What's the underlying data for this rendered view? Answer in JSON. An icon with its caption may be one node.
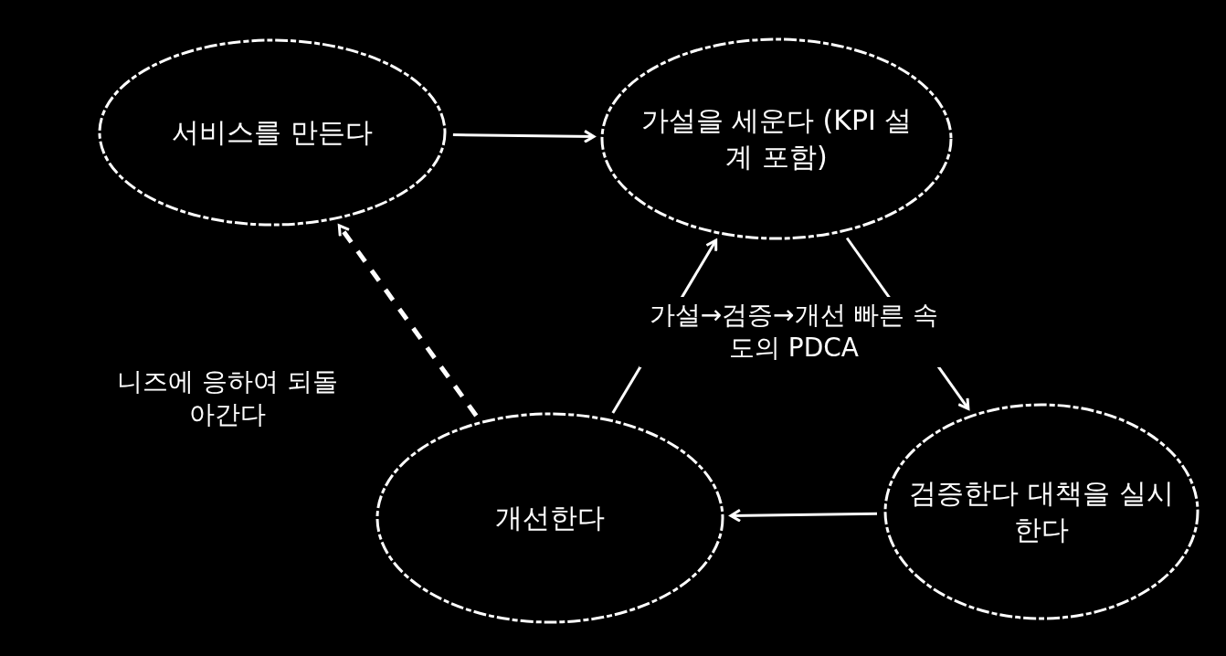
{
  "diagram": {
    "nodes": [
      {
        "text": [
          "서비스를 만든다"
        ]
      },
      {
        "text": [
          "가설을 세운다 (KPI 설계 포함)"
        ]
      },
      {
        "text": [
          "검증한다 대책을 실시한다"
        ]
      },
      {
        "text": [
          "개선한다"
        ]
      }
    ],
    "edges": [
      {
        "from": 0,
        "to": 1,
        "arrow": "to"
      },
      {
        "from": 1,
        "to": 2,
        "arrow": "to"
      },
      {
        "from": 2,
        "to": 3,
        "arrow": "to"
      },
      {
        "from": 3,
        "to": 1,
        "arrow": "to"
      },
      {
        "from": 3,
        "to": 0,
        "arrow": "to",
        "style": "dashed",
        "label": "니즈에 응하여 되돌아간다"
      }
    ],
    "labels": [
      "가설→검증→개선 빠른 속도의 PDCA"
    ]
  }
}
